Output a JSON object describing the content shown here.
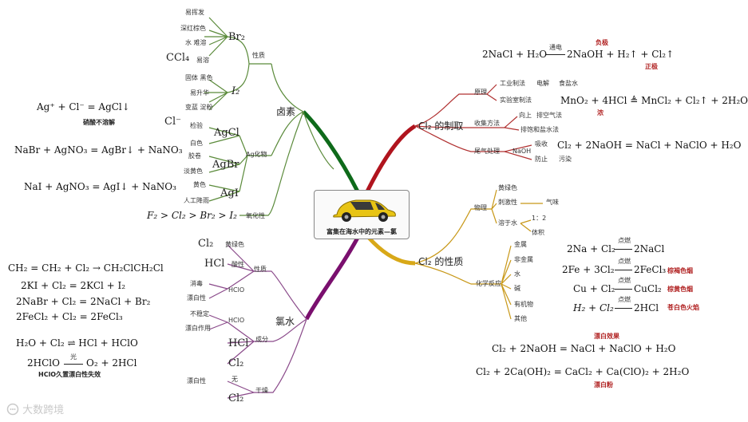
{
  "center": {
    "title": "富集在海水中的元素—氯"
  },
  "branches": {
    "halogen": "卤素",
    "water": "氯水",
    "prep": "Cl₂ 的制取",
    "prop": "Cl₂ 的性质"
  },
  "halogen": {
    "br2": {
      "name": "Br₂",
      "items": [
        "易挥发",
        "深红棕色",
        "水  难溶",
        "易溶"
      ],
      "ccl4": "CCl₄"
    },
    "xingzhi": "性质",
    "i2": {
      "name": "I₂",
      "items": [
        "固体  黑色",
        "易升华",
        "变蓝  淀粉"
      ]
    },
    "ion": "Cl⁻",
    "ag_compound": "Ag化物",
    "agcl": {
      "name": "AgCl",
      "items": [
        "检验",
        "白色"
      ]
    },
    "agbr": {
      "name": "AgBr",
      "items": [
        "胶卷",
        "淡黄色"
      ]
    },
    "agi": {
      "name": "AgI",
      "items": [
        "黄色",
        "人工降雨"
      ]
    },
    "oxidizing": {
      "expr": "F₂ > Cl₂ > Br₂ > I₂",
      "label": "氧化性"
    }
  },
  "left_eqs": {
    "e1": "Ag⁺ + Cl⁻ = AgCl↓",
    "e1_note": "硝酸不溶解",
    "e2": "NaBr + AgNO₃ = AgBr↓ + NaNO₃",
    "e3": "NaI + AgNO₃ = AgI↓ + NaNO₃",
    "e4": "CH₂ = CH₂ + Cl₂ → CH₂ClCH₂Cl",
    "e5": "2KI + Cl₂ = 2KCl + I₂",
    "e6": "2NaBr + Cl₂ = 2NaCl + Br₂",
    "e7": "2FeCl₂ + Cl₂ = 2FeCl₃",
    "e8": "H₂O + Cl₂ ⇌ HCl + HClO",
    "e9_left": "2HClO",
    "e9_cond": "光",
    "e9_right": "O₂ + 2HCl",
    "e9_note": "HClO久置漂白性失效"
  },
  "water": {
    "xingzhi": "性质",
    "cl2_a": {
      "name": "Cl₂",
      "label": "黄绿色"
    },
    "hcl_a": {
      "name": "HCl",
      "label": "酸性"
    },
    "hclo_a": {
      "name": "HClO",
      "items": [
        "消毒",
        "漂白性"
      ]
    },
    "chengfen": "成分",
    "hclo_b": {
      "name": "HClO",
      "items": [
        "不稳定",
        "漂白作用"
      ]
    },
    "hcl_b": "HCl",
    "cl2_b": "Cl₂",
    "ganzao": "干燥",
    "cl2_c": {
      "name": "Cl₂",
      "items": [
        "漂白性",
        "无"
      ]
    }
  },
  "prep": {
    "top_eq": {
      "left": "2NaCl + H₂O",
      "cond": "通电",
      "right": "2NaOH + H₂↑ + Cl₂↑",
      "neg": "负极",
      "pos": "正极"
    },
    "yuanli": "原理",
    "industrial": {
      "label": "工业制法",
      "a": "电解",
      "b": "食盐水"
    },
    "lab": {
      "label": "实验室制法",
      "eq": "MnO₂ + 4HCl ≜ MnCl₂ + Cl₂↑ + 2H₂O",
      "note": "浓"
    },
    "collect": {
      "label": "收集方法",
      "a": "向上",
      "b": "排空气法",
      "c": "排饱和盐水法"
    },
    "tail": {
      "label": "尾气处理",
      "naoh": "NaOH",
      "a": "吸收",
      "b": "防止",
      "c": "污染",
      "eq": "Cl₂ + 2NaOH = NaCl + NaClO + H₂O"
    }
  },
  "prop": {
    "physical": {
      "label": "物理",
      "color": "黄绿色",
      "smell_label": "刺激性",
      "smell": "气味",
      "solubility": "溶于水",
      "ratio": "1：2",
      "volume": "体积"
    },
    "chemical": {
      "label": "化学反应",
      "items": [
        "金属",
        "非金属",
        "水",
        "碱",
        "有机物",
        "其他"
      ]
    },
    "r1": {
      "left": "2Na + Cl₂",
      "cond": "点燃",
      "right": "2NaCl"
    },
    "r2": {
      "left": "2Fe + 3Cl₂",
      "cond": "点燃",
      "right": "2FeCl₃",
      "note": "棕褐色烟"
    },
    "r3": {
      "left": "Cu + Cl₂",
      "cond": "点燃",
      "right": "CuCl₂",
      "note": "棕黄色烟"
    },
    "r4": {
      "left": "H₂ + Cl₂",
      "cond": "点燃",
      "right": "2HCl",
      "note": "苍白色火焰"
    },
    "bleach": {
      "eq1": "Cl₂ + 2NaOH = NaCl + NaClO + H₂O",
      "note1": "漂白效果",
      "eq2": "Cl₂ + 2Ca(OH)₂ = CaCl₂ + Ca(ClO)₂ + 2H₂O",
      "note2": "漂白粉"
    }
  },
  "watermark": "大数跨境",
  "colors": {
    "green": "#3a7a2a",
    "red": "#b0141e",
    "purple": "#6a1060",
    "gold": "#d8a818",
    "note": "#b02020"
  }
}
